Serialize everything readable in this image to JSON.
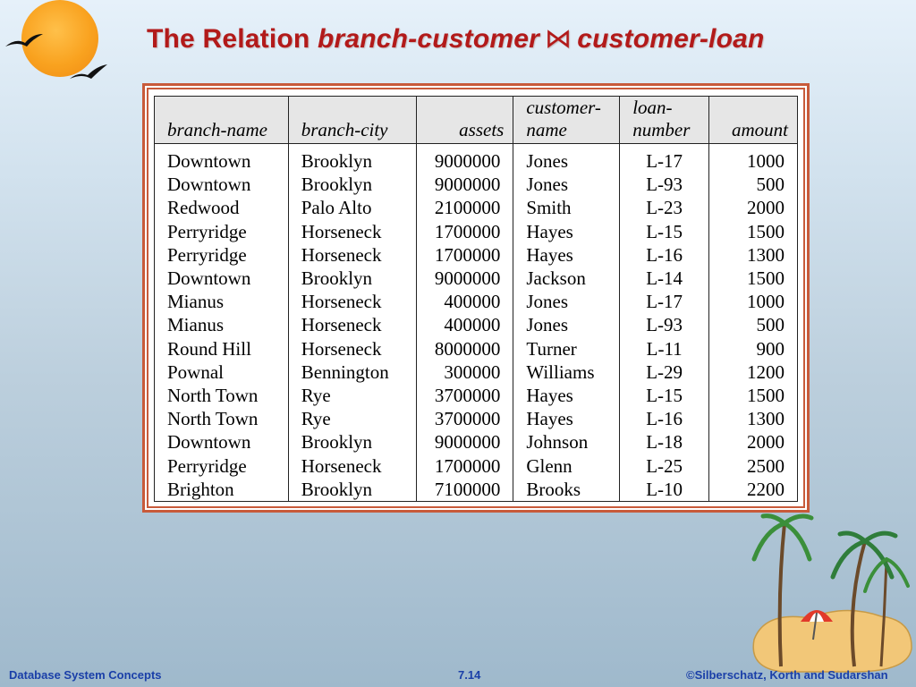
{
  "slide": {
    "title_prefix": "The Relation ",
    "title_rel1": "branch-customer",
    "title_join": "⋈",
    "title_rel2": "customer-loan"
  },
  "table": {
    "headers": [
      "branch-name",
      "branch-city",
      "assets",
      "customer-\nname",
      "loan-\nnumber",
      "amount"
    ],
    "rows": [
      [
        "Downtown",
        "Brooklyn",
        "9000000",
        "Jones",
        "L-17",
        "1000"
      ],
      [
        "Downtown",
        "Brooklyn",
        "9000000",
        "Jones",
        "L-93",
        "500"
      ],
      [
        "Redwood",
        "Palo Alto",
        "2100000",
        "Smith",
        "L-23",
        "2000"
      ],
      [
        "Perryridge",
        "Horseneck",
        "1700000",
        "Hayes",
        "L-15",
        "1500"
      ],
      [
        "Perryridge",
        "Horseneck",
        "1700000",
        "Hayes",
        "L-16",
        "1300"
      ],
      [
        "Downtown",
        "Brooklyn",
        "9000000",
        "Jackson",
        "L-14",
        "1500"
      ],
      [
        "Mianus",
        "Horseneck",
        "400000",
        "Jones",
        "L-17",
        "1000"
      ],
      [
        "Mianus",
        "Horseneck",
        "400000",
        "Jones",
        "L-93",
        "500"
      ],
      [
        "Round Hill",
        "Horseneck",
        "8000000",
        "Turner",
        "L-11",
        "900"
      ],
      [
        "Pownal",
        "Bennington",
        "300000",
        "Williams",
        "L-29",
        "1200"
      ],
      [
        "North Town",
        "Rye",
        "3700000",
        "Hayes",
        "L-15",
        "1500"
      ],
      [
        "North Town",
        "Rye",
        "3700000",
        "Hayes",
        "L-16",
        "1300"
      ],
      [
        "Downtown",
        "Brooklyn",
        "9000000",
        "Johnson",
        "L-18",
        "2000"
      ],
      [
        "Perryridge",
        "Horseneck",
        "1700000",
        "Glenn",
        "L-25",
        "2500"
      ],
      [
        "Brighton",
        "Brooklyn",
        "7100000",
        "Brooks",
        "L-10",
        "2200"
      ]
    ]
  },
  "footer": {
    "left": "Database System Concepts",
    "center": "7.14",
    "right": "©Silberschatz, Korth and Sudarshan"
  },
  "colors": {
    "title": "#b21a1a",
    "frame": "#c85a3a",
    "footer": "#1a3fa8",
    "header_bg": "#e6e6e6"
  }
}
